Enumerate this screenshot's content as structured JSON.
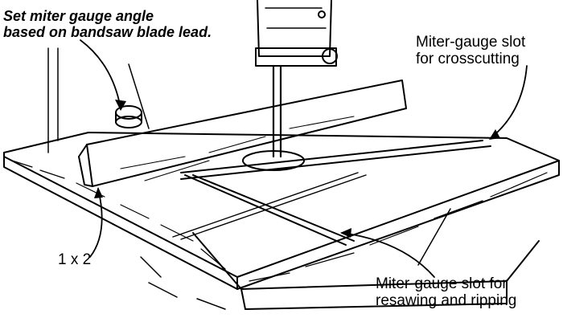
{
  "labels": {
    "miter_angle": {
      "line1": "Set miter gauge angle",
      "line2": "based on bandsaw blade lead."
    },
    "crosscut_slot": {
      "line1": "Miter-gauge slot",
      "line2": "for crosscutting"
    },
    "resaw_slot": {
      "line1": "Miter-gauge slot for",
      "line2": "resawing and ripping"
    },
    "fence_stock": "1 x 2"
  },
  "colors": {
    "ink": "#000000",
    "paper": "#ffffff"
  }
}
